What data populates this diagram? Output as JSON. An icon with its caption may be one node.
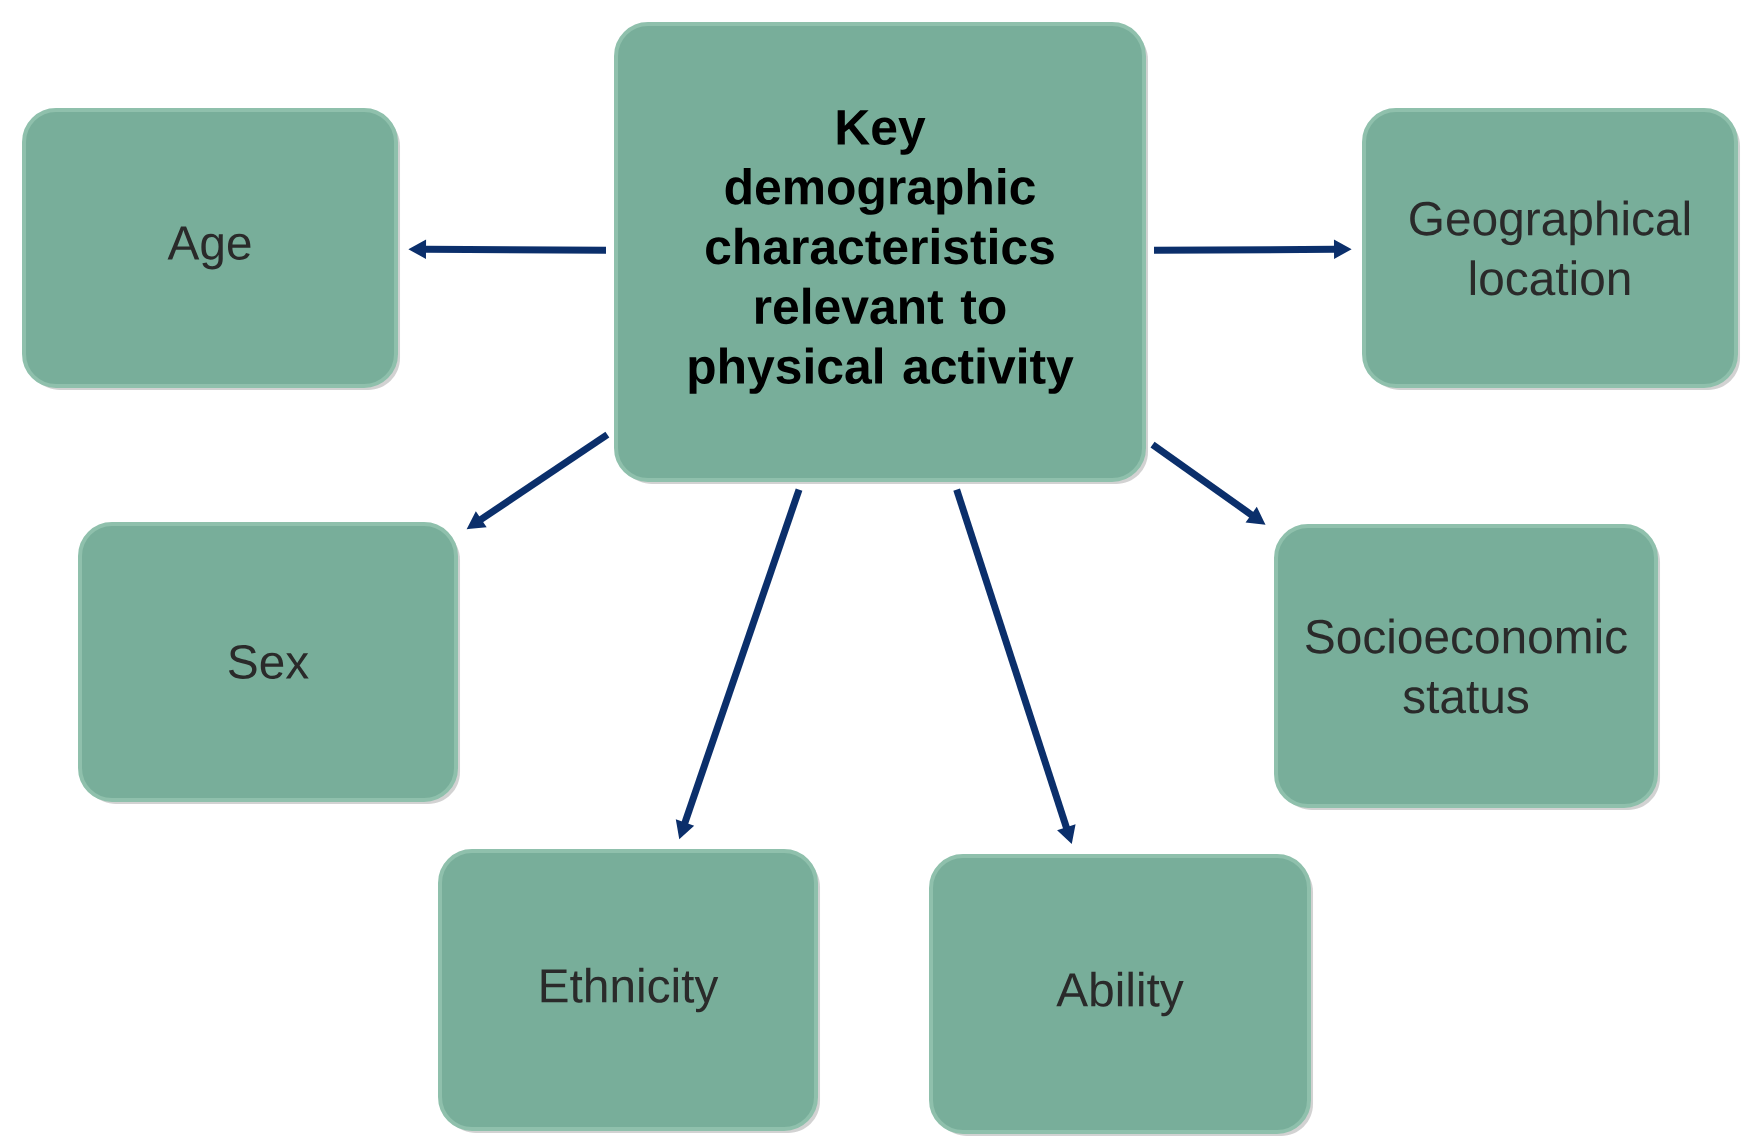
{
  "diagram": {
    "nodes": [
      {
        "text": [
          "Key demographic characteristics relevant to physical activity"
        ]
      },
      {
        "text": [
          "Age"
        ]
      },
      {
        "text": [
          "Geographical location"
        ]
      },
      {
        "text": [
          "Sex"
        ]
      },
      {
        "text": [
          "Socioeconomic status"
        ]
      },
      {
        "text": [
          "Ethnicity"
        ]
      },
      {
        "text": [
          "Ability"
        ]
      }
    ],
    "edges": [
      {
        "from": 0,
        "to": 1,
        "arrow": "to"
      },
      {
        "from": 0,
        "to": 2,
        "arrow": "to"
      },
      {
        "from": 0,
        "to": 3,
        "arrow": "to"
      },
      {
        "from": 0,
        "to": 4,
        "arrow": "to"
      },
      {
        "from": 0,
        "to": 5,
        "arrow": "to"
      },
      {
        "from": 0,
        "to": 6,
        "arrow": "to"
      }
    ]
  }
}
